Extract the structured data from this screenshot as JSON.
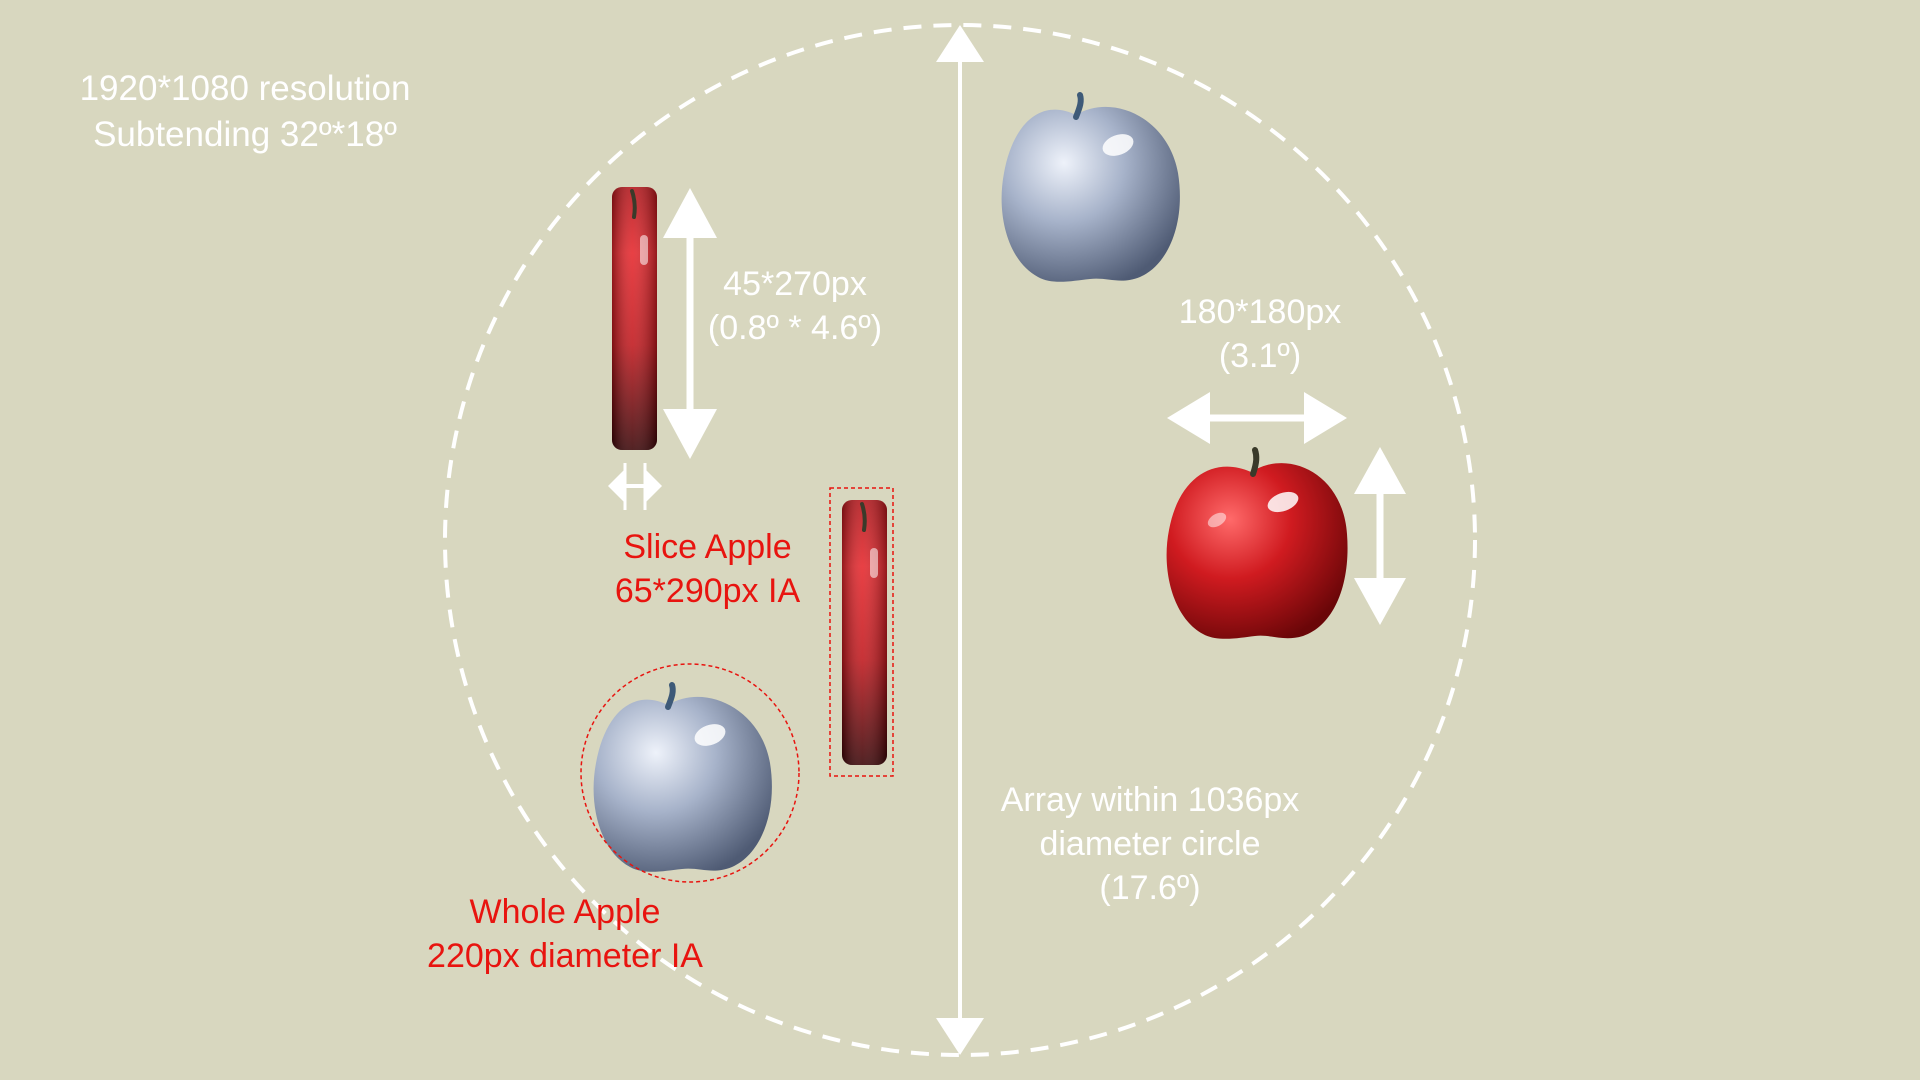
{
  "header": {
    "line1": "1920*1080 resolution",
    "line2": "Subtending 32º*18º"
  },
  "slice_size": {
    "line1": "45*270px",
    "line2": "(0.8º * 4.6º)"
  },
  "slice_ia": {
    "line1": "Slice Apple",
    "line2": "65*290px IA"
  },
  "whole_ia": {
    "line1": "Whole Apple",
    "line2": "220px diameter IA"
  },
  "whole_size": {
    "line1": "180*180px",
    "line2": "(3.1º)"
  },
  "array": {
    "line1": "Array within 1036px",
    "line2": "diameter circle",
    "line3": "(17.6º)"
  },
  "colors": {
    "background": "#d8d7bf",
    "annotation_white": "#ffffff",
    "annotation_red": "#e8140f",
    "apple_red": "#c8141a",
    "apple_gray": "#aab6cc"
  },
  "icons": [
    "red-apple-icon",
    "gray-apple-icon",
    "apple-slice-icon",
    "double-arrow-icon"
  ]
}
